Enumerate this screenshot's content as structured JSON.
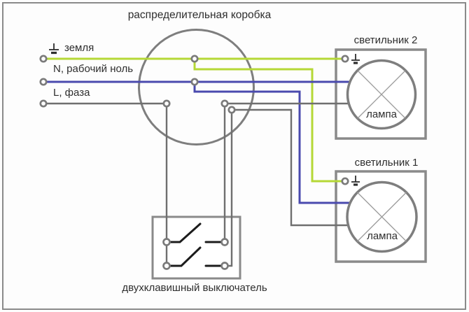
{
  "diagram": {
    "title": "распределительная коробка",
    "inputs": {
      "ground_label": "земля",
      "neutral_label": "N, рабочий ноль",
      "phase_label": "L, фаза"
    },
    "lights": {
      "light2_title": "светильник 2",
      "light2_lamp": "лампа",
      "light1_title": "светильник 1",
      "light1_lamp": "лампа"
    },
    "switch_label": "двухклавишный выключатель"
  },
  "colors": {
    "ground_wire": "#b5d836",
    "neutral_wire": "#4a4aae",
    "phase_wire": "#6f6f6f",
    "outline": "#7e7e7e",
    "box_outline": "#8a8a8a",
    "cross_line": "#9c9c9c",
    "blade": "#1c1c1c",
    "terminal_ring": "#7a7a7a",
    "frame": "#8a8a8a",
    "symbol": "#2e2e2e"
  }
}
